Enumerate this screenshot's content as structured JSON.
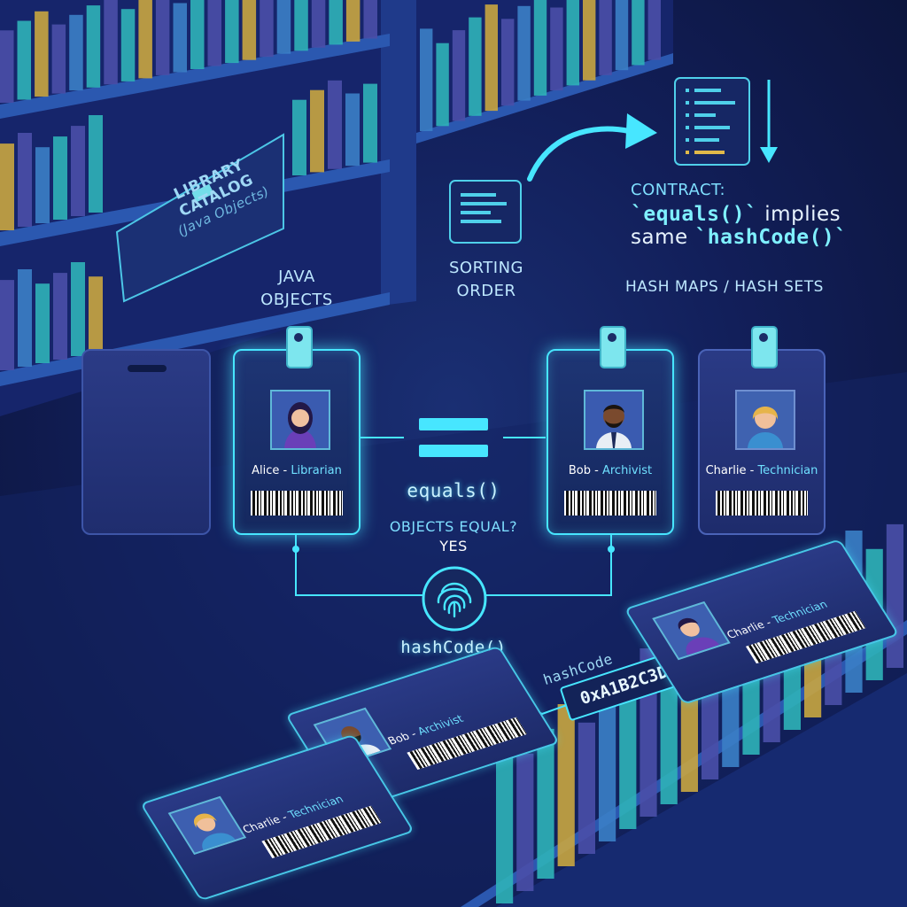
{
  "catalog_sign": {
    "title": "LIBRARY CATALOG",
    "subtitle": "(Java Objects)"
  },
  "labels": {
    "java_objects_1": "JAVA",
    "java_objects_2": "OBJECTS",
    "sorting_order_1": "SORTING",
    "sorting_order_2": "ORDER",
    "hash_maps": "HASH MAPS / HASH SETS",
    "equals_method": "equals()",
    "objects_equal_question": "OBJECTS EQUAL?",
    "objects_equal_answer": "YES",
    "hashcode_method": "hashCode()",
    "hashcode_tag_label": "hashCode",
    "hashcode_value": "0xA1B2C3D4"
  },
  "contract": {
    "heading": "CONTRACT:",
    "line1_code": "`equals()`",
    "line1_text": " implies",
    "line2_text": "same ",
    "line2_code": "`hashCode()`"
  },
  "badges": [
    {
      "name": "Alice",
      "role": "Librarian"
    },
    {
      "name": "Bob",
      "role": "Archivist"
    },
    {
      "name": "Charlie",
      "role": "Technician"
    }
  ],
  "floor_badges": [
    {
      "name": "Charlie",
      "role": "Technician"
    },
    {
      "name": "Bob",
      "role": "Archivist"
    },
    {
      "name": "Charlie",
      "role": "Technician"
    }
  ],
  "colors": {
    "accent": "#47e6ff",
    "background": "#121f5a",
    "text": "#bde7ff",
    "book_teal": "#2fb3b8",
    "book_gold": "#c9a640",
    "book_purple": "#4a4fa8"
  },
  "icons": [
    "fingerprint-icon",
    "document-list-icon",
    "sorted-list-icon",
    "arrow-curve-icon",
    "arrow-down-icon",
    "equals-sign-icon",
    "barcode-icon",
    "person-avatar-icon"
  ]
}
